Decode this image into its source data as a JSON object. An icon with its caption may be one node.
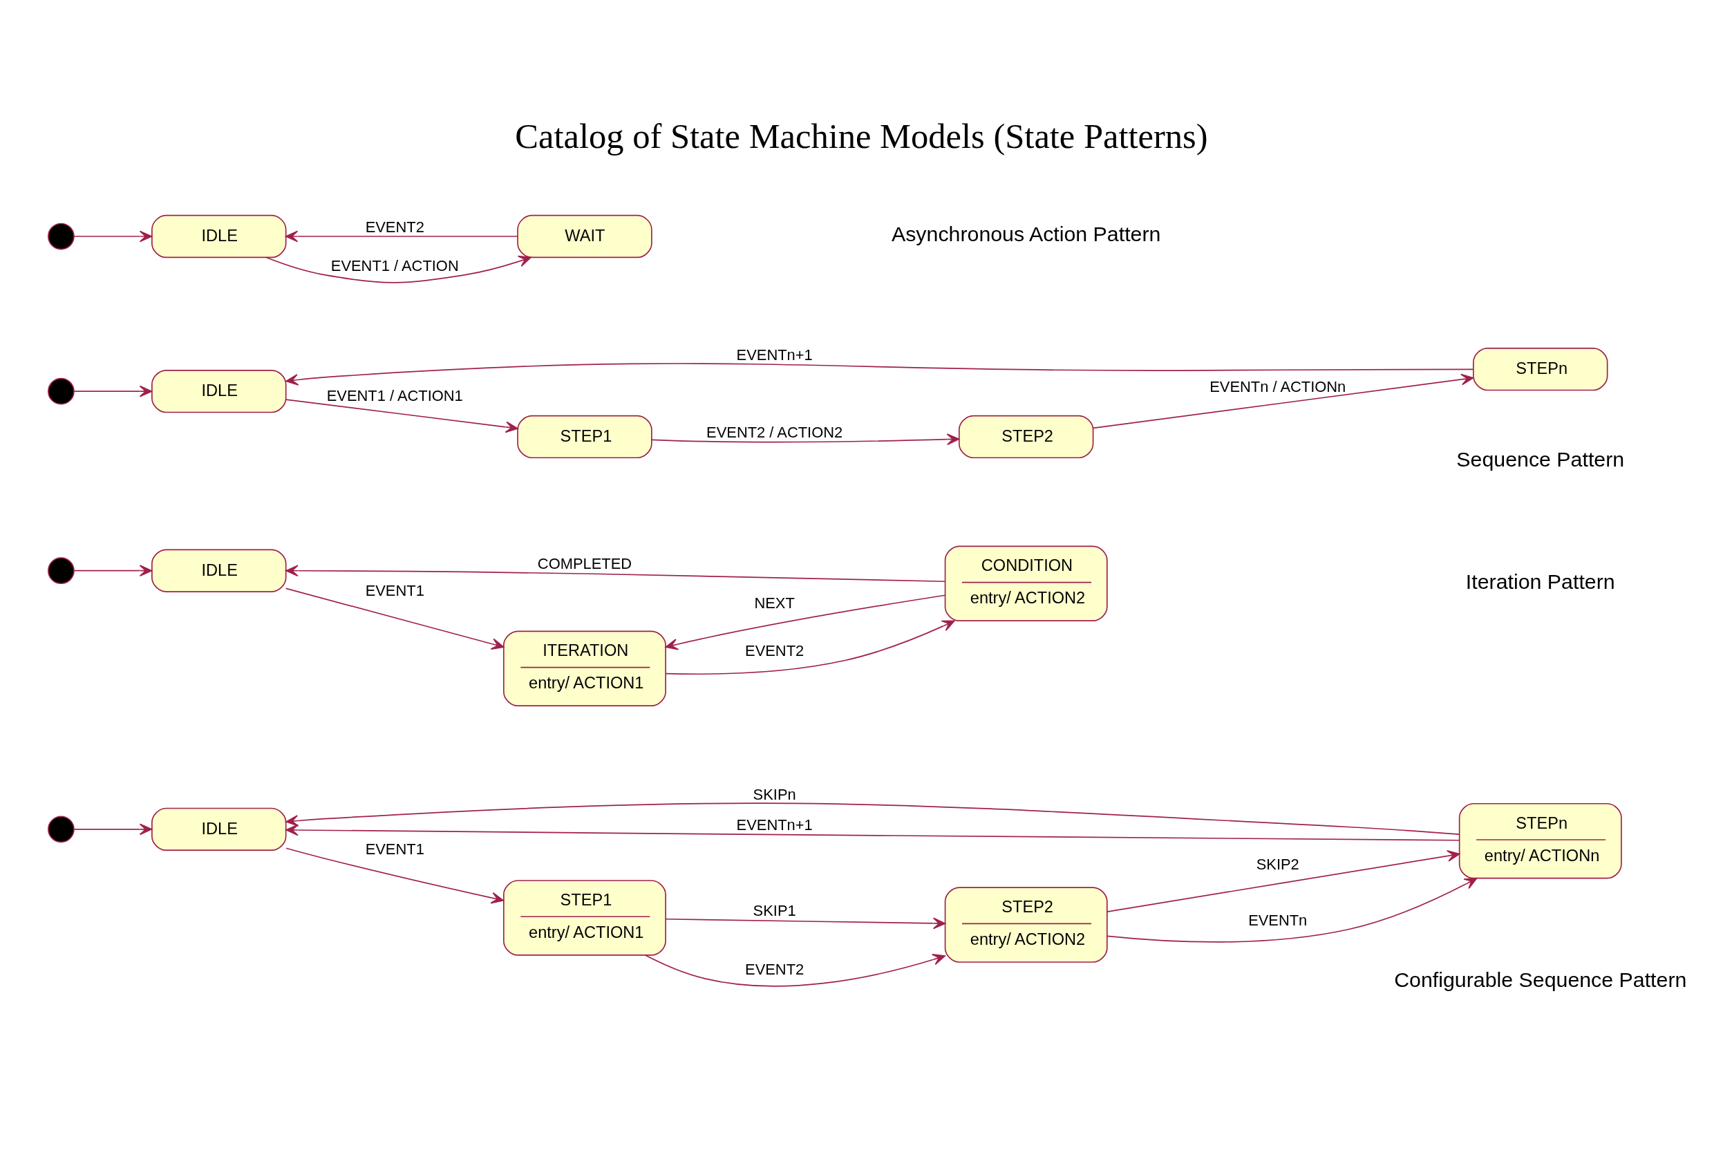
{
  "diagram": {
    "title": "Catalog of State Machine Models (State Patterns)",
    "nodes": [
      {
        "text": [],
        "shape": "circle"
      },
      {
        "text": [
          "IDLE"
        ]
      },
      {
        "text": [
          "WAIT"
        ]
      },
      {
        "text": [],
        "shape": "circle"
      },
      {
        "text": [
          "IDLE"
        ]
      },
      {
        "text": [
          "STEP1"
        ]
      },
      {
        "text": [
          "STEPn"
        ]
      },
      {
        "text": [
          "STEP2"
        ]
      },
      {
        "text": [],
        "shape": "circle"
      },
      {
        "text": [
          "IDLE"
        ]
      },
      {
        "text": [
          "ITERATION",
          "entry/ ACTION1"
        ]
      },
      {
        "text": [
          "CONDITION",
          "entry/ ACTION2"
        ]
      },
      {
        "text": [],
        "shape": "circle"
      },
      {
        "text": [
          "IDLE"
        ]
      },
      {
        "text": [
          "STEP1",
          "entry/ ACTION1"
        ]
      },
      {
        "text": [
          "STEPn",
          "entry/ ACTIONn"
        ]
      },
      {
        "text": [
          "STEP2",
          "entry/ ACTION2"
        ]
      }
    ],
    "edges": [
      {
        "from": 0,
        "to": 1,
        "arrow": "to"
      },
      {
        "from": 1,
        "to": 2,
        "arrow": "to",
        "label": "EVENT1 / ACTION"
      },
      {
        "from": 2,
        "to": 1,
        "arrow": "to",
        "label": "EVENT2"
      },
      {
        "from": 3,
        "to": 4,
        "arrow": "to"
      },
      {
        "from": 4,
        "to": 5,
        "arrow": "to",
        "label": "EVENT1 / ACTION1"
      },
      {
        "from": 5,
        "to": 7,
        "arrow": "to",
        "label": "EVENT2 / ACTION2"
      },
      {
        "from": 7,
        "to": 6,
        "arrow": "to",
        "label": "EVENTn / ACTIONn"
      },
      {
        "from": 6,
        "to": 4,
        "arrow": "to",
        "label": "EVENTn+1"
      },
      {
        "from": 8,
        "to": 9,
        "arrow": "to"
      },
      {
        "from": 9,
        "to": 10,
        "arrow": "to",
        "label": "EVENT1"
      },
      {
        "from": 10,
        "to": 11,
        "arrow": "to",
        "label": "EVENT2"
      },
      {
        "from": 11,
        "to": 10,
        "arrow": "to",
        "label": "NEXT"
      },
      {
        "from": 11,
        "to": 9,
        "arrow": "to",
        "label": "COMPLETED"
      },
      {
        "from": 12,
        "to": 13,
        "arrow": "to"
      },
      {
        "from": 13,
        "to": 14,
        "arrow": "to",
        "label": "EVENT1"
      },
      {
        "from": 14,
        "to": 16,
        "arrow": "to",
        "label": "EVENT2"
      },
      {
        "from": 14,
        "to": 16,
        "arrow": "to",
        "label": "SKIP1"
      },
      {
        "from": 16,
        "to": 15,
        "arrow": "to",
        "label": "EVENTn"
      },
      {
        "from": 16,
        "to": 15,
        "arrow": "to",
        "label": "SKIP2"
      },
      {
        "from": 15,
        "to": 13,
        "arrow": "to",
        "label": "EVENTn+1"
      },
      {
        "from": 15,
        "to": 13,
        "arrow": "to",
        "label": "SKIPn"
      }
    ],
    "labels": [
      "Asynchronous Action Pattern",
      "Sequence Pattern",
      "Iteration Pattern",
      "Configurable Sequence Pattern"
    ]
  }
}
